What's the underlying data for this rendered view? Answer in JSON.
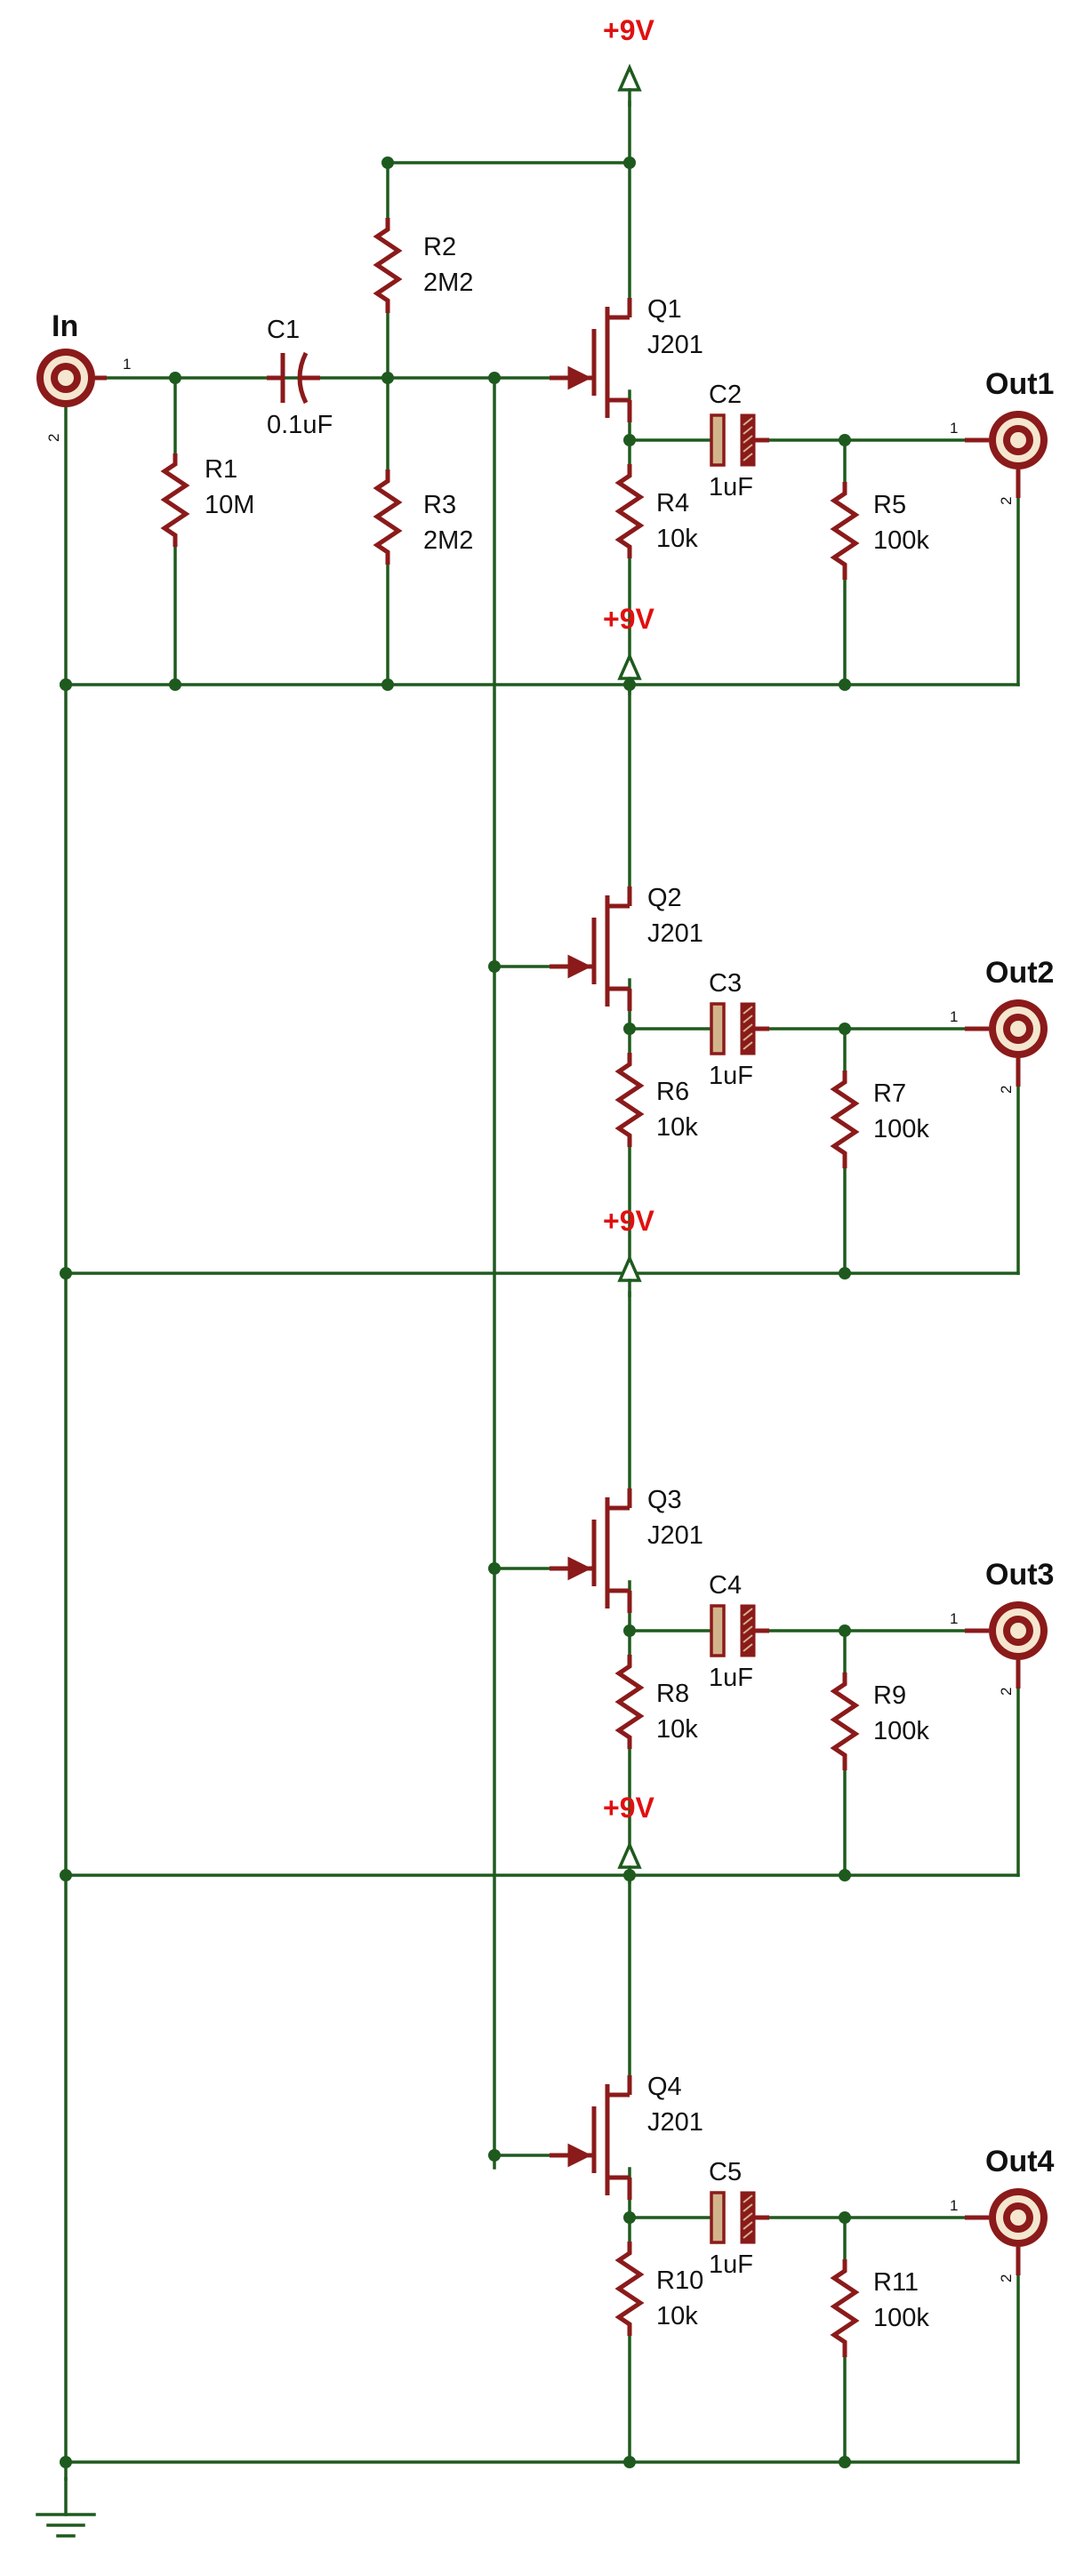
{
  "colors": {
    "wire": "#1e5a1e",
    "component": "#8b1a1a",
    "plate_fill": "#d2b48c",
    "rail_label": "#e01010",
    "background": "#ffffff"
  },
  "input_connector": {
    "label": "In",
    "pin1": "1",
    "pin2": "2"
  },
  "supply_label": "+9V",
  "r1": {
    "ref": "R1",
    "value": "10M"
  },
  "r2": {
    "ref": "R2",
    "value": "2M2"
  },
  "r3": {
    "ref": "R3",
    "value": "2M2"
  },
  "c1": {
    "ref": "C1",
    "value": "0.1uF"
  },
  "stages": [
    {
      "q_ref": "Q1",
      "q_value": "J201",
      "cap_ref": "C2",
      "cap_value": "1uF",
      "rs_ref": "R4",
      "rs_value": "10k",
      "rl_ref": "R5",
      "rl_value": "100k",
      "out_label": "Out1",
      "out_pin1": "1",
      "out_pin2": "2",
      "supply": "+9V"
    },
    {
      "q_ref": "Q2",
      "q_value": "J201",
      "cap_ref": "C3",
      "cap_value": "1uF",
      "rs_ref": "R6",
      "rs_value": "10k",
      "rl_ref": "R7",
      "rl_value": "100k",
      "out_label": "Out2",
      "out_pin1": "1",
      "out_pin2": "2",
      "supply": "+9V"
    },
    {
      "q_ref": "Q3",
      "q_value": "J201",
      "cap_ref": "C4",
      "cap_value": "1uF",
      "rs_ref": "R8",
      "rs_value": "10k",
      "rl_ref": "R9",
      "rl_value": "100k",
      "out_label": "Out3",
      "out_pin1": "1",
      "out_pin2": "2",
      "supply": "+9V"
    },
    {
      "q_ref": "Q4",
      "q_value": "J201",
      "cap_ref": "C5",
      "cap_value": "1uF",
      "rs_ref": "R10",
      "rs_value": "10k",
      "rl_ref": "R11",
      "rl_value": "100k",
      "out_label": "Out4",
      "out_pin1": "1",
      "out_pin2": "2",
      "supply": "+9V"
    }
  ]
}
